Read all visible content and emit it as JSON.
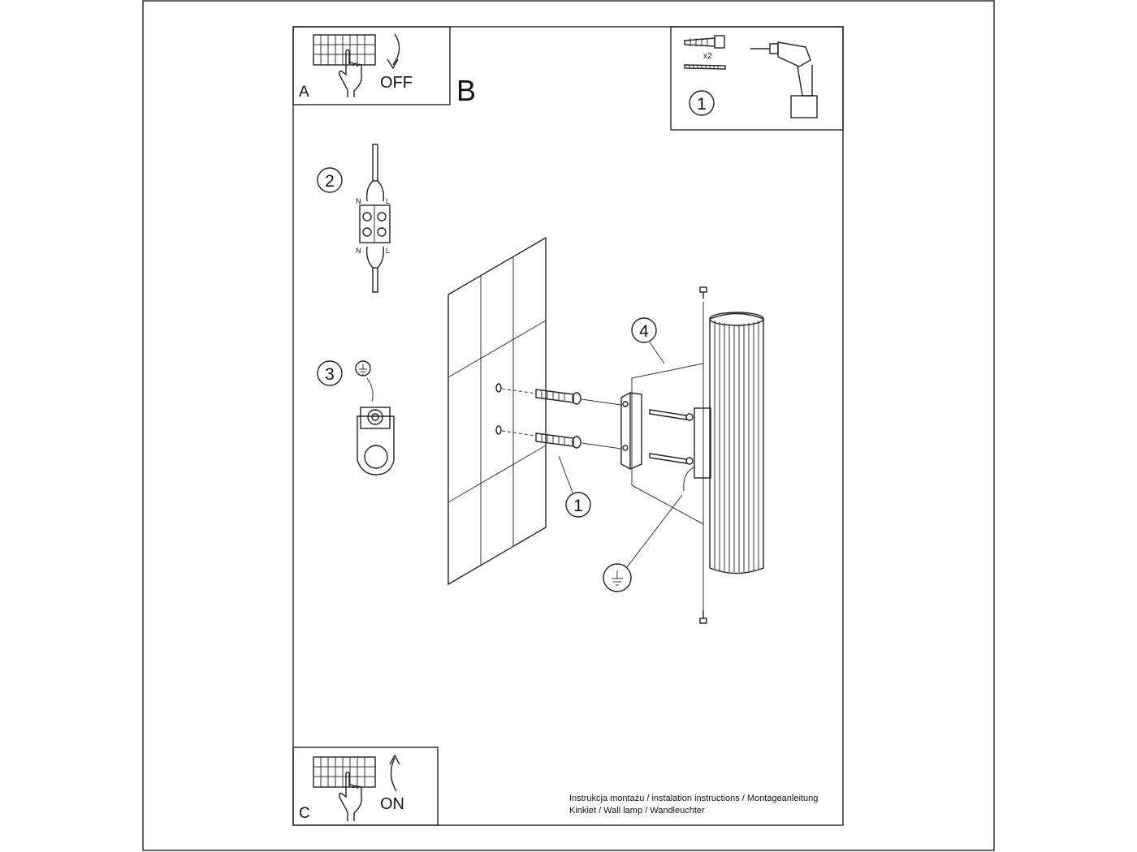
{
  "panels": {
    "a": {
      "letter": "A",
      "action": "OFF"
    },
    "b": {
      "letter": "B"
    },
    "c": {
      "letter": "C",
      "action": "ON"
    }
  },
  "tools": {
    "multiplier": "x2",
    "step": "1"
  },
  "steps": {
    "wiring": "2",
    "wire_n": "N",
    "wire_l": "L",
    "ground": "3",
    "bracket": "4",
    "dowels": "1"
  },
  "footer": {
    "line1": "Instrukcja montażu / instalation instructions / Montageanleitung",
    "line2": "Kinkiet / Wall lamp / Wandleuchter"
  }
}
